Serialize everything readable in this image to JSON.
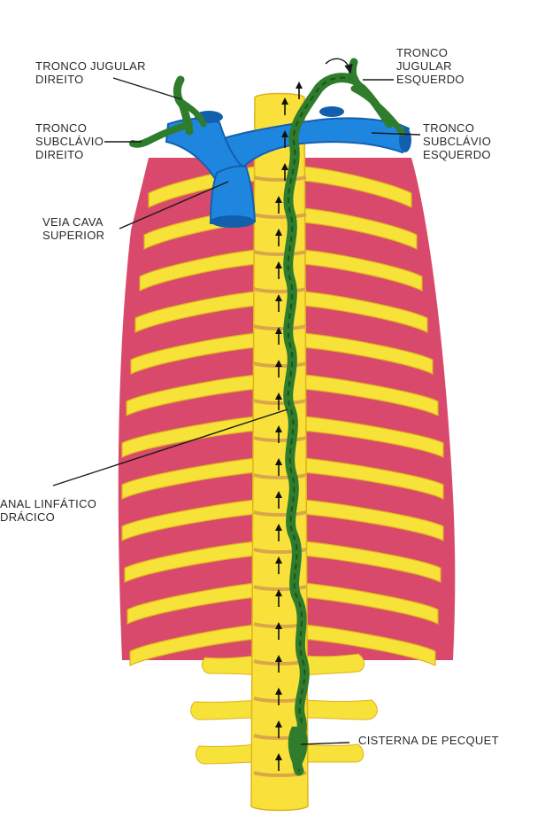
{
  "labels": {
    "tronco_jugular_direito": [
      "TRONCO JUGULAR",
      "DIREITO"
    ],
    "tronco_subclavio_direito": [
      "TRONCO",
      "SUBCLÁVIO",
      "DIREITO"
    ],
    "veia_cava_superior": [
      "VEIA CAVA",
      "SUPERIOR"
    ],
    "tronco_jugular_esquerdo": [
      "TRONCO",
      "JUGULAR",
      "ESQUERDO"
    ],
    "tronco_subclavio_esquerdo": [
      "TRONCO",
      "SUBCLÁVIO",
      "ESQUERDO"
    ],
    "canal_linfatico_toracico": [
      "ANAL LINFÁTICO",
      "DRÁCICO"
    ],
    "cisterna_de_pecquet": [
      "CISTERNA DE PECQUET"
    ]
  },
  "colors": {
    "rib": "#f7e23a",
    "rib_edge": "#e0b21c",
    "intercostal": "#d9496c",
    "intercostal_dark": "#b8324f",
    "vein": "#1f86e0",
    "vein_dark": "#1260ad",
    "duct": "#2f7d2c",
    "duct_dark": "#1d521b",
    "spine": "#f9e03a",
    "disc": "#d8a74a"
  },
  "duct_arrow_count": 21
}
